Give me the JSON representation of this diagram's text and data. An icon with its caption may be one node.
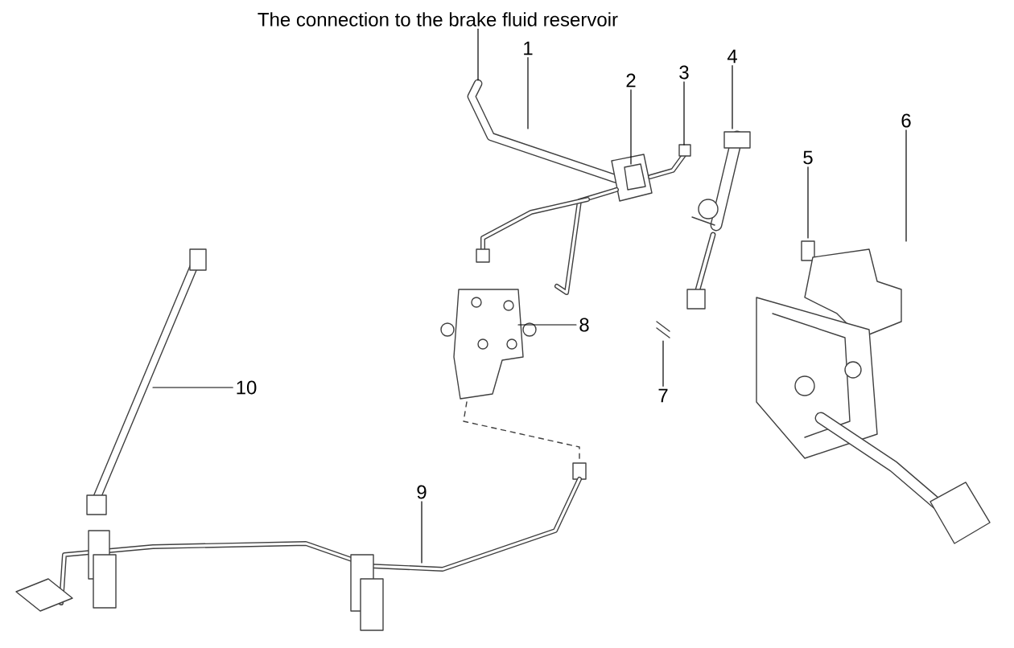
{
  "diagram": {
    "nodes": [
      {
        "text": [
          "The connection to the brake fluid reservoir"
        ]
      },
      {
        "text": [
          "1"
        ]
      },
      {
        "text": [
          "2"
        ]
      },
      {
        "text": [
          "3"
        ]
      },
      {
        "text": [
          "4"
        ]
      },
      {
        "text": [
          "5"
        ]
      },
      {
        "text": [
          "6"
        ]
      },
      {
        "text": [
          "7"
        ]
      },
      {
        "text": [
          "8"
        ]
      },
      {
        "text": [
          "9"
        ]
      },
      {
        "text": [
          "10"
        ]
      }
    ],
    "edges": [
      {
        "from": 0,
        "to": null,
        "arrow": "none"
      },
      {
        "from": 1,
        "to": null,
        "arrow": "none"
      },
      {
        "from": 2,
        "to": null,
        "arrow": "none"
      },
      {
        "from": 3,
        "to": null,
        "arrow": "none"
      },
      {
        "from": 4,
        "to": null,
        "arrow": "none"
      },
      {
        "from": 5,
        "to": null,
        "arrow": "none"
      },
      {
        "from": 6,
        "to": null,
        "arrow": "none"
      },
      {
        "from": 7,
        "to": null,
        "arrow": "none"
      },
      {
        "from": 8,
        "to": null,
        "arrow": "none"
      },
      {
        "from": 9,
        "to": null,
        "arrow": "none"
      },
      {
        "from": 10,
        "to": null,
        "arrow": "none"
      }
    ]
  }
}
